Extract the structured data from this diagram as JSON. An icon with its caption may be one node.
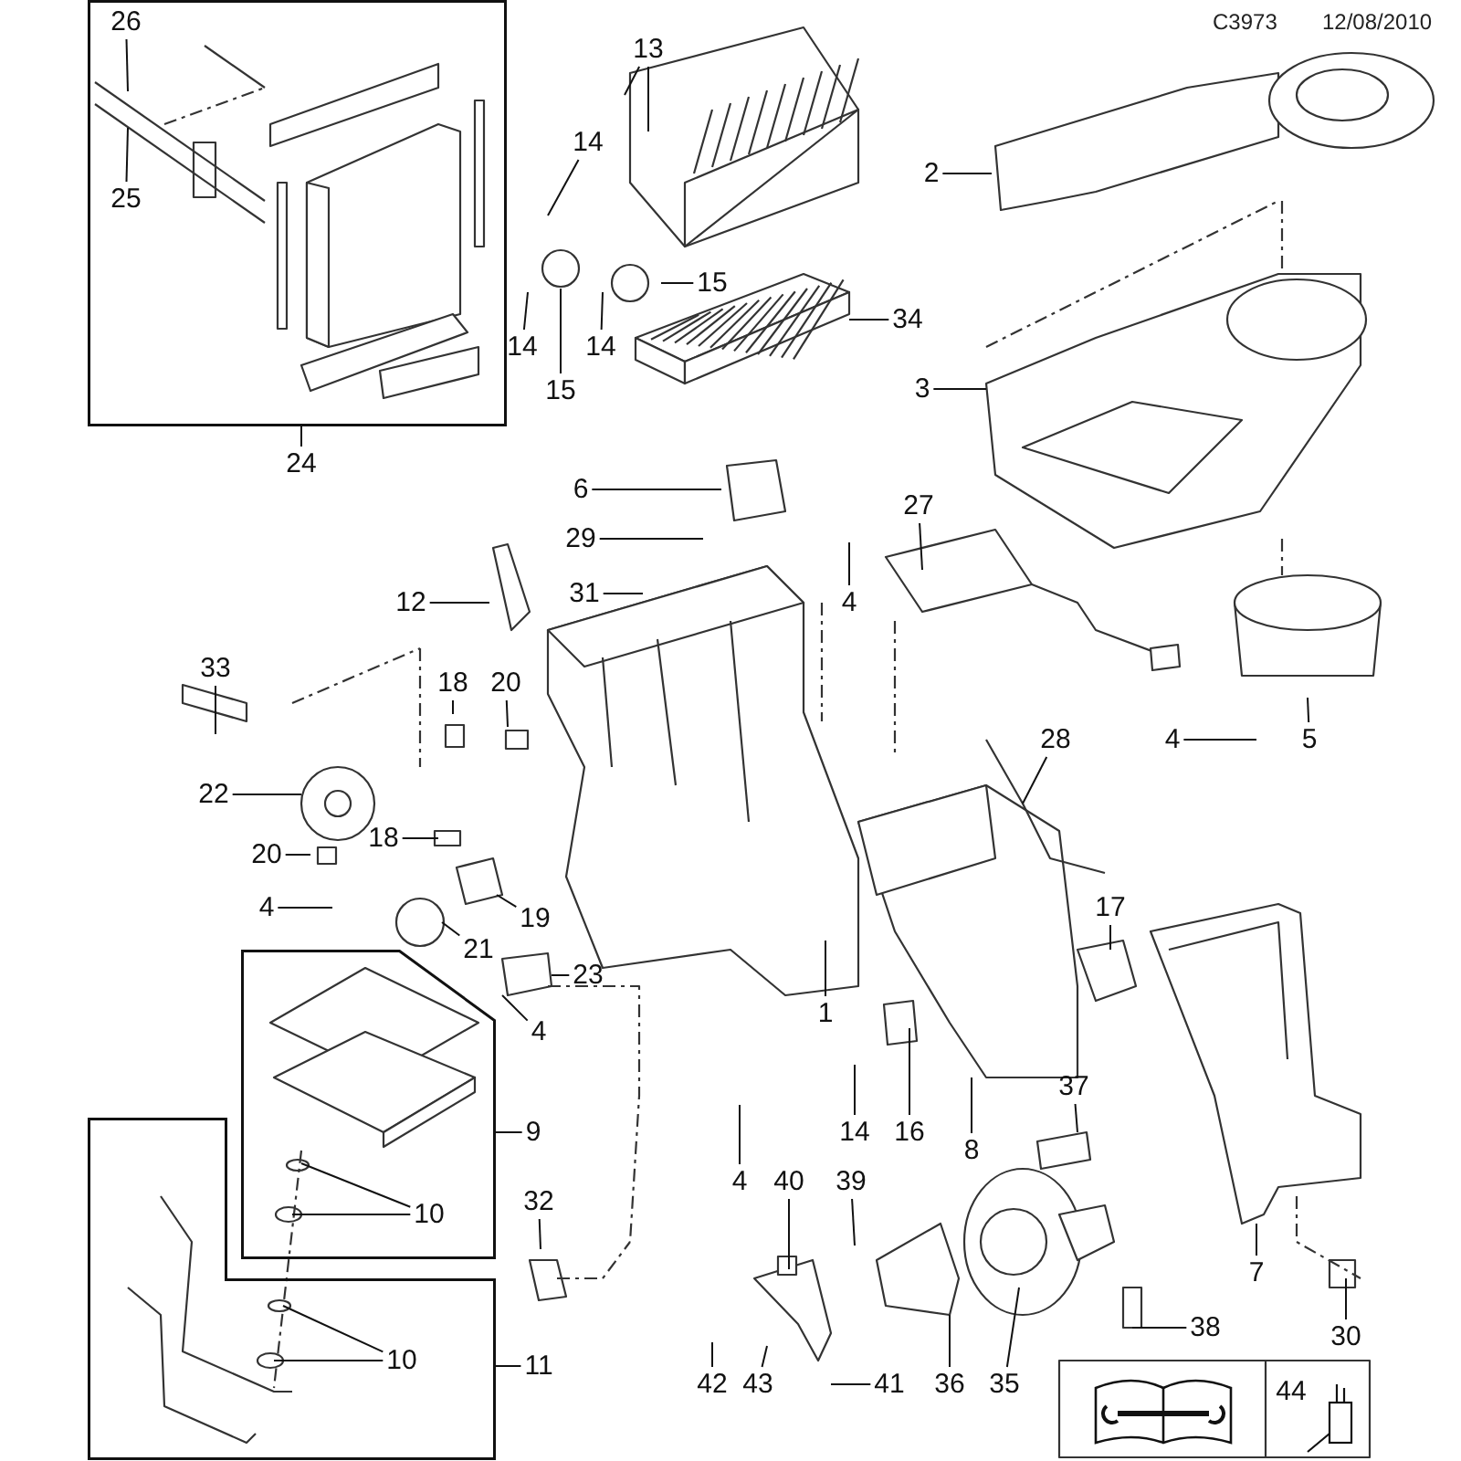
{
  "diagram": {
    "nodes": [
      {
        "text": [],
        "shape": "box"
      },
      {
        "text": [
          "26"
        ],
        "in": 0
      },
      {
        "text": [
          "25"
        ],
        "in": 0
      },
      {
        "text": [
          "24"
        ]
      },
      {
        "text": [
          "13"
        ]
      },
      {
        "text": [
          "14"
        ]
      },
      {
        "text": [
          "14"
        ]
      },
      {
        "text": [
          "15"
        ]
      },
      {
        "text": [
          "14"
        ]
      },
      {
        "text": [
          "15"
        ]
      },
      {
        "text": [
          "34"
        ]
      },
      {
        "text": [
          "2"
        ]
      },
      {
        "text": [
          "3"
        ]
      },
      {
        "text": [
          "6"
        ]
      },
      {
        "text": [
          "29"
        ]
      },
      {
        "text": [
          "4"
        ]
      },
      {
        "text": [
          "27"
        ]
      },
      {
        "text": [
          "12"
        ]
      },
      {
        "text": [
          "31"
        ]
      },
      {
        "text": [
          "33"
        ]
      },
      {
        "text": [
          "18"
        ]
      },
      {
        "text": [
          "20"
        ]
      },
      {
        "text": [
          "4"
        ]
      },
      {
        "text": [
          "5"
        ]
      },
      {
        "text": [
          "28"
        ]
      },
      {
        "text": [
          "22"
        ]
      },
      {
        "text": [
          "18"
        ]
      },
      {
        "text": [
          "20"
        ]
      },
      {
        "text": [
          "4"
        ]
      },
      {
        "text": [
          "19"
        ]
      },
      {
        "text": [
          "17"
        ]
      },
      {
        "text": [
          "21"
        ]
      },
      {
        "text": [
          "23"
        ]
      },
      {
        "text": [
          "4"
        ]
      },
      {
        "text": [
          "1"
        ]
      },
      {
        "text": [],
        "shape": "box"
      },
      {
        "text": [
          "10"
        ],
        "in": 35
      },
      {
        "text": [
          "9"
        ]
      },
      {
        "text": [
          "14"
        ]
      },
      {
        "text": [
          "16"
        ]
      },
      {
        "text": [
          "8"
        ]
      },
      {
        "text": [
          "37"
        ]
      },
      {
        "text": [
          "4"
        ]
      },
      {
        "text": [
          "32"
        ]
      },
      {
        "text": [
          "40"
        ]
      },
      {
        "text": [
          "39"
        ]
      },
      {
        "text": [
          "7"
        ]
      },
      {
        "text": [],
        "shape": "box"
      },
      {
        "text": [
          "10"
        ],
        "in": 47
      },
      {
        "text": [
          "11"
        ]
      },
      {
        "text": [
          "38"
        ]
      },
      {
        "text": [
          "30"
        ]
      },
      {
        "text": [
          "42"
        ]
      },
      {
        "text": [
          "43"
        ]
      },
      {
        "text": [
          "41"
        ]
      },
      {
        "text": [
          "36"
        ]
      },
      {
        "text": [
          "35"
        ]
      },
      {
        "text": [
          "44"
        ]
      }
    ],
    "edges": [
      {
        "from": 1,
        "to": null,
        "arrow": "none"
      },
      {
        "from": 2,
        "to": null,
        "arrow": "none"
      },
      {
        "from": 3,
        "to": 0,
        "arrow": "none"
      },
      {
        "from": 4,
        "to": null,
        "arrow": "none"
      },
      {
        "from": 4,
        "to": null,
        "arrow": "none"
      },
      {
        "from": 5,
        "to": null,
        "arrow": "none"
      },
      {
        "from": 6,
        "to": null,
        "arrow": "none"
      },
      {
        "from": 7,
        "to": null,
        "arrow": "none"
      },
      {
        "from": 8,
        "to": null,
        "arrow": "none"
      },
      {
        "from": 9,
        "to": null,
        "arrow": "none"
      },
      {
        "from": 10,
        "to": null,
        "arrow": "none"
      },
      {
        "from": 11,
        "to": null,
        "arrow": "none"
      },
      {
        "from": 12,
        "to": null,
        "arrow": "none"
      },
      {
        "from": 13,
        "to": null,
        "arrow": "none"
      },
      {
        "from": 14,
        "to": null,
        "arrow": "none"
      },
      {
        "from": 15,
        "to": null,
        "arrow": "none"
      },
      {
        "from": 16,
        "to": null,
        "arrow": "none"
      },
      {
        "from": 17,
        "to": null,
        "arrow": "none"
      },
      {
        "from": 18,
        "to": null,
        "arrow": "none"
      },
      {
        "from": 19,
        "to": null,
        "arrow": "none"
      },
      {
        "from": 20,
        "to": null,
        "arrow": "none"
      },
      {
        "from": 21,
        "to": null,
        "arrow": "none"
      },
      {
        "from": 22,
        "to": null,
        "arrow": "none"
      },
      {
        "from": 23,
        "to": null,
        "arrow": "none"
      },
      {
        "from": 24,
        "to": null,
        "arrow": "none"
      },
      {
        "from": 25,
        "to": null,
        "arrow": "none"
      },
      {
        "from": 26,
        "to": null,
        "arrow": "none"
      },
      {
        "from": 27,
        "to": null,
        "arrow": "none"
      },
      {
        "from": 28,
        "to": null,
        "arrow": "none"
      },
      {
        "from": 29,
        "to": null,
        "arrow": "none"
      },
      {
        "from": 30,
        "to": null,
        "arrow": "none"
      },
      {
        "from": 31,
        "to": null,
        "arrow": "none"
      },
      {
        "from": 32,
        "to": null,
        "arrow": "none"
      },
      {
        "from": 33,
        "to": null,
        "arrow": "none"
      },
      {
        "from": 34,
        "to": null,
        "arrow": "none"
      },
      {
        "from": 36,
        "to": null,
        "arrow": "none"
      },
      {
        "from": 36,
        "to": null,
        "arrow": "none"
      },
      {
        "from": 37,
        "to": 35,
        "arrow": "none"
      },
      {
        "from": 38,
        "to": null,
        "arrow": "none"
      },
      {
        "from": 39,
        "to": null,
        "arrow": "none"
      },
      {
        "from": 40,
        "to": null,
        "arrow": "none"
      },
      {
        "from": 41,
        "to": null,
        "arrow": "none"
      },
      {
        "from": 42,
        "to": null,
        "arrow": "none"
      },
      {
        "from": 43,
        "to": null,
        "arrow": "none"
      },
      {
        "from": 44,
        "to": null,
        "arrow": "none"
      },
      {
        "from": 45,
        "to": null,
        "arrow": "none"
      },
      {
        "from": 46,
        "to": null,
        "arrow": "none"
      },
      {
        "from": 48,
        "to": null,
        "arrow": "none"
      },
      {
        "from": 48,
        "to": null,
        "arrow": "none"
      },
      {
        "from": 49,
        "to": 47,
        "arrow": "none"
      },
      {
        "from": 50,
        "to": null,
        "arrow": "none"
      },
      {
        "from": 51,
        "to": null,
        "arrow": "none"
      },
      {
        "from": 52,
        "to": null,
        "arrow": "none"
      },
      {
        "from": 53,
        "to": null,
        "arrow": "none"
      },
      {
        "from": 54,
        "to": null,
        "arrow": "none"
      },
      {
        "from": 55,
        "to": null,
        "arrow": "none"
      },
      {
        "from": 56,
        "to": null,
        "arrow": "none"
      }
    ],
    "labels": [
      "C3973",
      "12/08/2010"
    ]
  }
}
